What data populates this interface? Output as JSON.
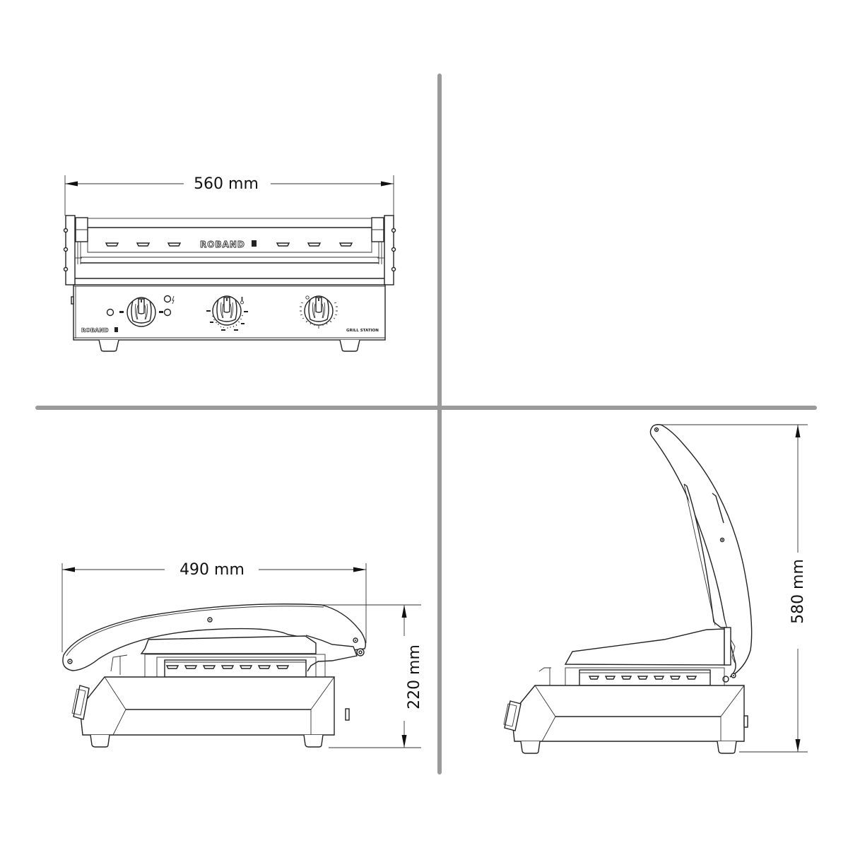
{
  "figure": {
    "subject": "Roband Grill Station contact grill — dimension drawing",
    "layout": "2x2 grid separated by grey cross dividers",
    "divider_color": "#9a9a9a",
    "line_color": "#222222"
  },
  "front_view": {
    "dimension_label": "560 mm",
    "dimension_axis": "width",
    "brand_top": "ROBAND",
    "brand_panel": "ROBAND",
    "model_label": "GRILL STATION",
    "knobs": [
      {
        "name": "power-selector",
        "indicators": [
          "lamp-left",
          "lamp-right",
          "power-symbol"
        ]
      },
      {
        "name": "thermostat",
        "indicators": [
          "thermometer-symbol"
        ]
      },
      {
        "name": "timer",
        "indicators": [
          "clock-symbol"
        ]
      }
    ],
    "vents_count": 6
  },
  "top_right_view": {
    "content": "empty"
  },
  "side_view_closed": {
    "dimension_width_label": "490 mm",
    "dimension_height_label": "220 mm",
    "lid_state": "closed"
  },
  "side_view_open": {
    "dimension_height_label": "580 mm",
    "lid_state": "open"
  }
}
